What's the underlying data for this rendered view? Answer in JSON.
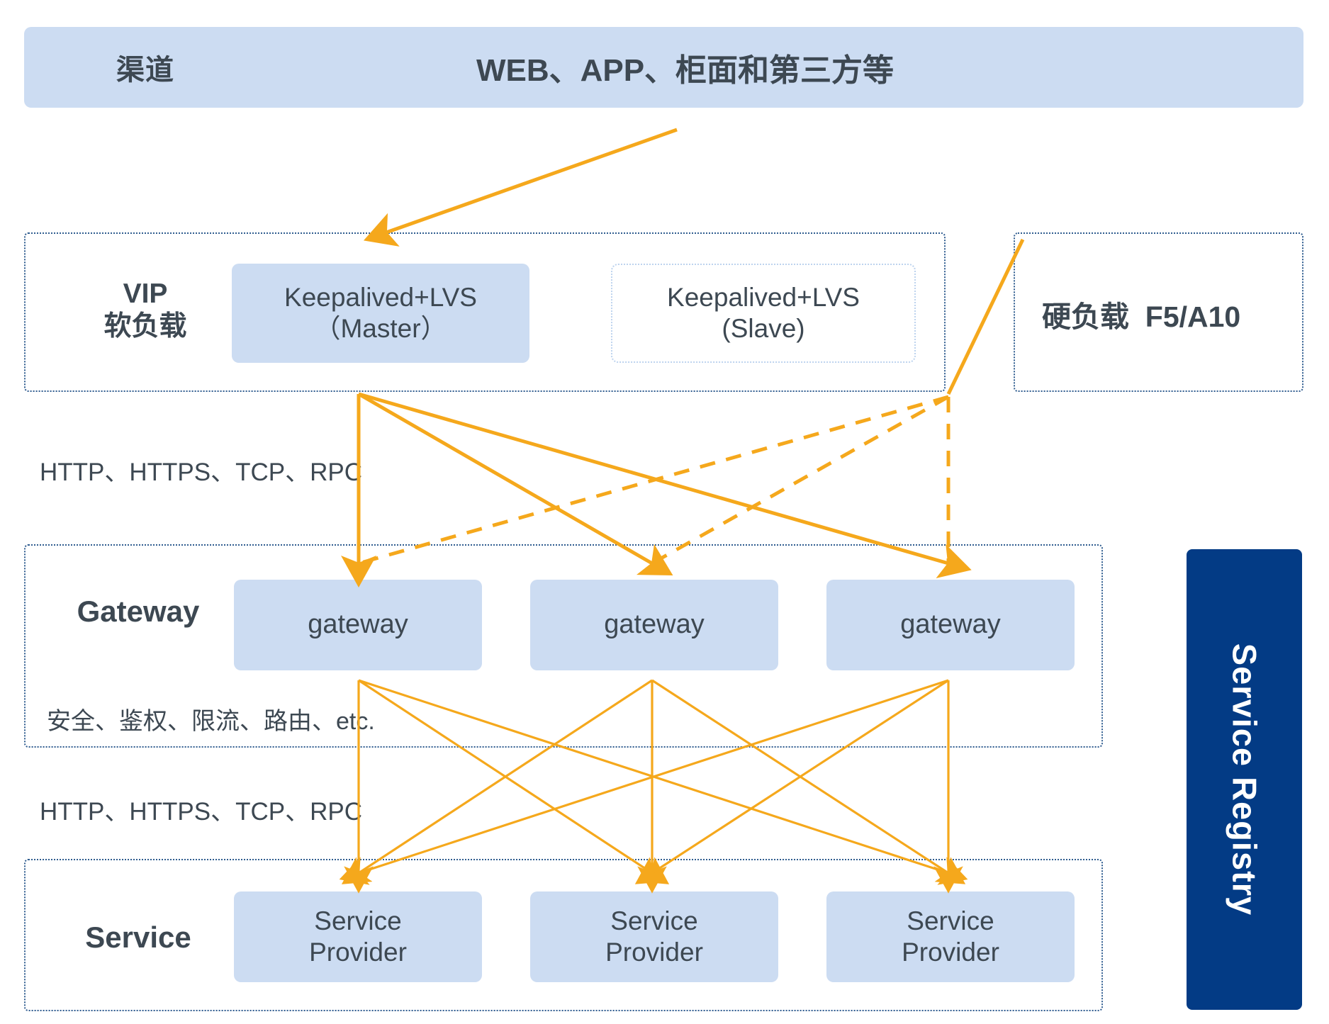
{
  "diagram": {
    "title": "API Gateway high-availability architecture",
    "accent_color": "#f5a81c",
    "box_fill": "#ccdcf2",
    "frame_border": "#2f5c8f",
    "registry_color": "#033b85",
    "text_color": "#3d4852"
  },
  "channel": {
    "label": "渠道",
    "title": "WEB、APP、柜面和第三方等"
  },
  "vip_layer": {
    "title": "VIP\n软负载",
    "nodes": [
      {
        "name": "lvs-master",
        "label": "Keepalived+LVS\n（Master）",
        "style": "filled"
      },
      {
        "name": "lvs-slave",
        "label": "Keepalived+LVS\n(Slave)",
        "style": "outline"
      }
    ]
  },
  "hard_load": {
    "label": "硬负载  F5/A10"
  },
  "gateway_layer": {
    "title": "Gateway",
    "nodes": [
      {
        "name": "gateway-1",
        "label": "gateway"
      },
      {
        "name": "gateway-2",
        "label": "gateway"
      },
      {
        "name": "gateway-3",
        "label": "gateway"
      }
    ],
    "caption": "安全、鉴权、限流、路由、etc."
  },
  "service_layer": {
    "title": "Service",
    "nodes": [
      {
        "name": "service-provider-1",
        "label": "Service\nProvider"
      },
      {
        "name": "service-provider-2",
        "label": "Service\nProvider"
      },
      {
        "name": "service-provider-3",
        "label": "Service\nProvider"
      }
    ]
  },
  "edge_captions": {
    "vip_to_gateway": "HTTP、HTTPS、TCP、RPC",
    "gateway_to_service": "HTTP、HTTPS、TCP、RPC"
  },
  "registry": {
    "label": "Service Registry"
  }
}
